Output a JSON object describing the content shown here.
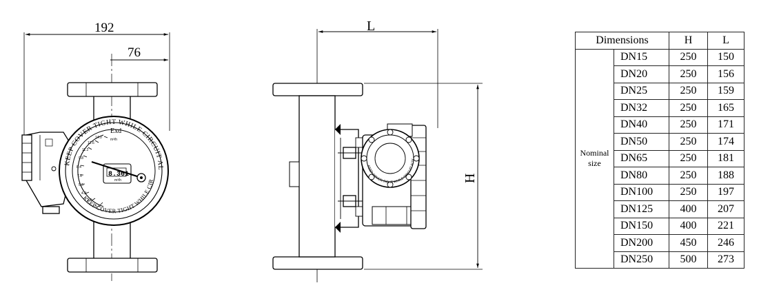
{
  "left_view": {
    "overall_width_label": "192",
    "offset_label": "76",
    "dial": {
      "ring_text_top": "KEEP COVER TIGHT WHILE CIRCUIT ALIVE",
      "ring_text_bottom": "KEEP COVER TIGHT WHILE CIRCUIT ALIVE",
      "ex_mark": "Exd",
      "scale_unit": "m³/h",
      "scale_labels": [
        "14.0",
        "12.6",
        "11.2",
        "9.8",
        "8.4",
        "7.0",
        "5.6",
        "4.2",
        "2.8",
        "1.4"
      ],
      "display_value": "8.361",
      "display_unit": "m³/h"
    }
  },
  "right_view": {
    "length_label": "L",
    "height_label": "H",
    "head_text": "KEEP COVER TIGHT WHILE CIRCUIT ALIVE"
  },
  "table": {
    "header": {
      "dimensions": "Dimensions",
      "h": "H",
      "l": "L"
    },
    "row_group_label_line1": "Nominal",
    "row_group_label_line2": "size",
    "rows": [
      {
        "dn": "DN15",
        "h": "250",
        "l": "150"
      },
      {
        "dn": "DN20",
        "h": "250",
        "l": "156"
      },
      {
        "dn": "DN25",
        "h": "250",
        "l": "159"
      },
      {
        "dn": "DN32",
        "h": "250",
        "l": "165"
      },
      {
        "dn": "DN40",
        "h": "250",
        "l": "171"
      },
      {
        "dn": "DN50",
        "h": "250",
        "l": "174"
      },
      {
        "dn": "DN65",
        "h": "250",
        "l": "181"
      },
      {
        "dn": "DN80",
        "h": "250",
        "l": "188"
      },
      {
        "dn": "DN100",
        "h": "250",
        "l": "197"
      },
      {
        "dn": "DN125",
        "h": "400",
        "l": "207"
      },
      {
        "dn": "DN150",
        "h": "400",
        "l": "221"
      },
      {
        "dn": "DN200",
        "h": "450",
        "l": "246"
      },
      {
        "dn": "DN250",
        "h": "500",
        "l": "273"
      }
    ]
  }
}
